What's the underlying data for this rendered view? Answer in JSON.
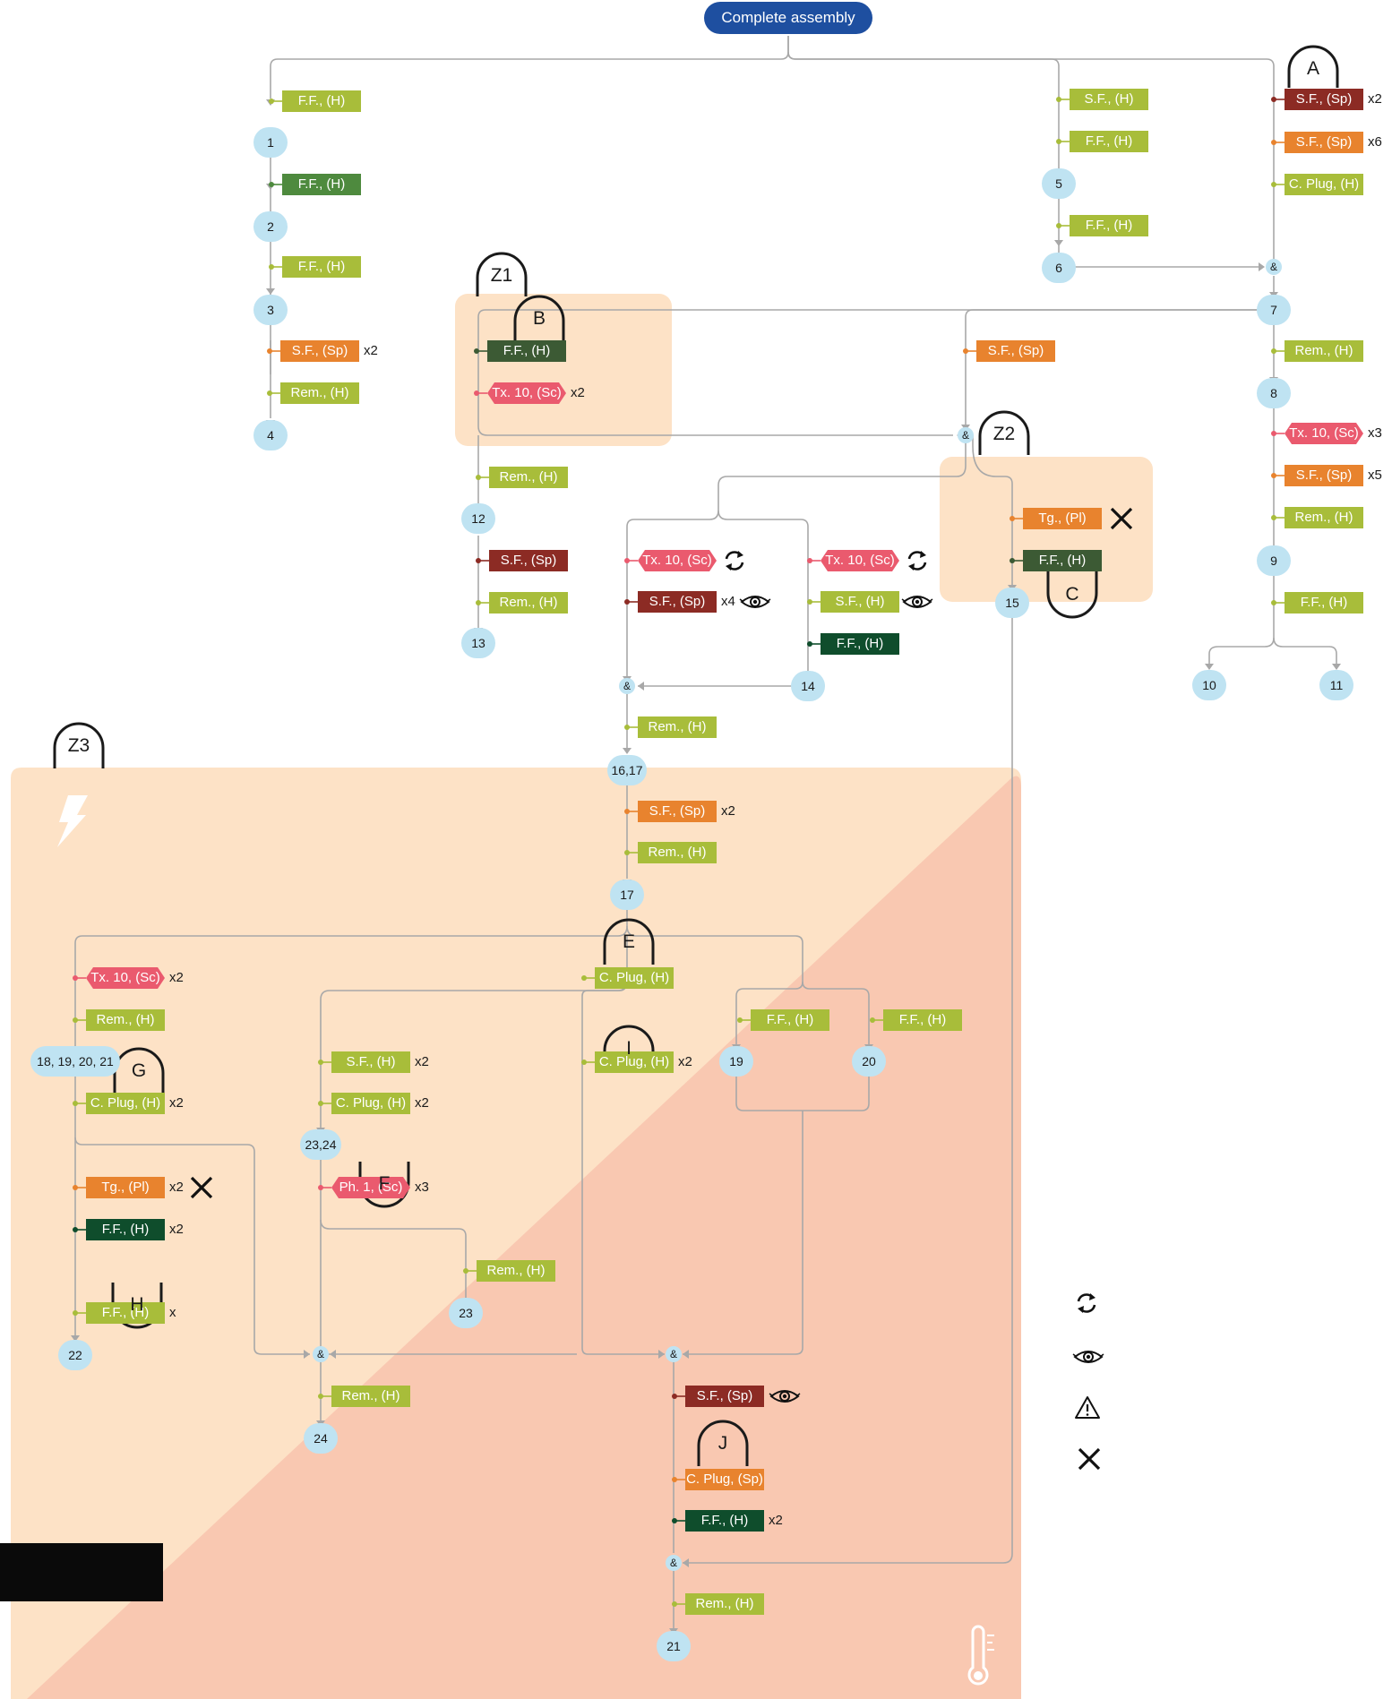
{
  "title": "Complete assembly",
  "colors": {
    "yellow": "#a8bd3a",
    "dgreen": "#4e8a3e",
    "vdark": "#0f4d2c",
    "slate": "#3c5a34",
    "orange": "#e8832e",
    "red": "#8c2b24",
    "pink": "#ea5a6e",
    "node": "#bfe3f2",
    "zone": "#fde2c6",
    "zone_alt": "#f9c8b1",
    "line": "#a8a8a8"
  },
  "nodes": [
    {
      "id": "n1",
      "label": "1"
    },
    {
      "id": "n2",
      "label": "2"
    },
    {
      "id": "n3",
      "label": "3"
    },
    {
      "id": "n4",
      "label": "4"
    },
    {
      "id": "n5",
      "label": "5"
    },
    {
      "id": "n6",
      "label": "6"
    },
    {
      "id": "n7",
      "label": "7"
    },
    {
      "id": "n8",
      "label": "8"
    },
    {
      "id": "n9",
      "label": "9"
    },
    {
      "id": "n10",
      "label": "10"
    },
    {
      "id": "n11",
      "label": "11"
    },
    {
      "id": "n12",
      "label": "12"
    },
    {
      "id": "n13",
      "label": "13"
    },
    {
      "id": "n14",
      "label": "14"
    },
    {
      "id": "n15",
      "label": "15"
    },
    {
      "id": "n1617",
      "label": "16,17"
    },
    {
      "id": "n17",
      "label": "17"
    },
    {
      "id": "n18",
      "label": "18, 19, 20, 21"
    },
    {
      "id": "n19",
      "label": "19"
    },
    {
      "id": "n20",
      "label": "20"
    },
    {
      "id": "n2324",
      "label": "23,24"
    },
    {
      "id": "n23",
      "label": "23"
    },
    {
      "id": "n22",
      "label": "22"
    },
    {
      "id": "n24",
      "label": "24"
    },
    {
      "id": "n21",
      "label": "21"
    }
  ],
  "tags": [
    {
      "label": "F.F., (H)",
      "color": "yellow"
    },
    {
      "label": "F.F., (H)",
      "color": "dgreen"
    },
    {
      "label": "F.F., (H)",
      "color": "yellow"
    },
    {
      "label": "S.F., (Sp)",
      "color": "orange",
      "mult": "x2"
    },
    {
      "label": "Rem., (H)",
      "color": "yellow"
    },
    {
      "label": "S.F., (H)",
      "color": "yellow"
    },
    {
      "label": "F.F., (H)",
      "color": "yellow"
    },
    {
      "label": "F.F., (H)",
      "color": "yellow"
    },
    {
      "label": "S.F., (Sp)",
      "color": "red",
      "mult": "x2"
    },
    {
      "label": "S.F., (Sp)",
      "color": "orange",
      "mult": "x6"
    },
    {
      "label": "C. Plug, (H)",
      "color": "yellow"
    },
    {
      "label": "Rem., (H)",
      "color": "yellow"
    },
    {
      "label": "Tx. 10, (Sc)",
      "color": "pink",
      "mult": "x3",
      "hex": true
    },
    {
      "label": "S.F., (Sp)",
      "color": "orange",
      "mult": "x5"
    },
    {
      "label": "Rem., (H)",
      "color": "yellow"
    },
    {
      "label": "F.F., (H)",
      "color": "yellow"
    },
    {
      "label": "F.F., (H)",
      "color": "slate"
    },
    {
      "label": "Tx. 10, (Sc)",
      "color": "pink",
      "mult": "x2",
      "hex": true
    },
    {
      "label": "Rem., (H)",
      "color": "yellow"
    },
    {
      "label": "S.F., (Sp)",
      "color": "red"
    },
    {
      "label": "Rem., (H)",
      "color": "yellow"
    },
    {
      "label": "S.F., (Sp)",
      "color": "orange"
    },
    {
      "label": "Tg., (Pl)",
      "color": "orange"
    },
    {
      "label": "F.F., (H)",
      "color": "slate"
    },
    {
      "label": "Tx. 10, (Sc)",
      "color": "pink",
      "hex": true
    },
    {
      "label": "S.F., (Sp)",
      "color": "red",
      "mult": "x4"
    },
    {
      "label": "Tx. 10, (Sc)",
      "color": "pink",
      "hex": true
    },
    {
      "label": "S.F., (H)",
      "color": "yellow"
    },
    {
      "label": "F.F., (H)",
      "color": "vdark"
    },
    {
      "label": "Rem., (H)",
      "color": "yellow"
    },
    {
      "label": "S.F., (Sp)",
      "color": "orange",
      "mult": "x2"
    },
    {
      "label": "Rem., (H)",
      "color": "yellow"
    },
    {
      "label": "Tx. 10, (Sc)",
      "color": "pink",
      "mult": "x2",
      "hex": true
    },
    {
      "label": "Rem., (H)",
      "color": "yellow"
    },
    {
      "label": "C. Plug, (H)",
      "color": "yellow",
      "mult": "x2"
    },
    {
      "label": "Tg., (Pl)",
      "color": "orange",
      "mult": "x2"
    },
    {
      "label": "F.F., (H)",
      "color": "vdark",
      "mult": "x2"
    },
    {
      "label": "F.F., (H)",
      "color": "yellow",
      "mult": "x"
    },
    {
      "label": "S.F., (H)",
      "color": "yellow",
      "mult": "x2"
    },
    {
      "label": "C. Plug, (H)",
      "color": "yellow",
      "mult": "x2"
    },
    {
      "label": "Ph. 1, (Sc)",
      "color": "pink",
      "mult": "x3",
      "hex": true
    },
    {
      "label": "Rem., (H)",
      "color": "yellow"
    },
    {
      "label": "C. Plug, (H)",
      "color": "yellow"
    },
    {
      "label": "C. Plug, (H)",
      "color": "yellow",
      "mult": "x2"
    },
    {
      "label": "F.F., (H)",
      "color": "yellow"
    },
    {
      "label": "F.F., (H)",
      "color": "yellow"
    },
    {
      "label": "Rem., (H)",
      "color": "yellow"
    },
    {
      "label": "S.F., (Sp)",
      "color": "red"
    },
    {
      "label": "C. Plug, (Sp)",
      "color": "orange"
    },
    {
      "label": "F.F., (H)",
      "color": "vdark",
      "mult": "x2"
    },
    {
      "label": "Rem., (H)",
      "color": "yellow"
    }
  ],
  "callouts": [
    {
      "id": "A",
      "label": "A"
    },
    {
      "id": "B",
      "label": "B"
    },
    {
      "id": "C",
      "label": "C"
    },
    {
      "id": "E",
      "label": "E"
    },
    {
      "id": "F",
      "label": "F"
    },
    {
      "id": "G",
      "label": "G"
    },
    {
      "id": "H",
      "label": "H"
    },
    {
      "id": "I",
      "label": "I"
    },
    {
      "id": "J",
      "label": "J"
    },
    {
      "id": "Z1",
      "label": "Z1"
    },
    {
      "id": "Z2",
      "label": "Z2"
    },
    {
      "id": "Z3",
      "label": "Z3"
    }
  ],
  "join_label": "&",
  "icons": {
    "refresh": "refresh-icon",
    "eye": "eye-icon",
    "warning": "warning-icon",
    "cross": "cross-icon",
    "lightning": "lightning-icon",
    "thermometer": "thermometer-icon"
  },
  "legend": [
    {
      "icon": "refresh-icon"
    },
    {
      "icon": "eye-icon"
    },
    {
      "icon": "warning-icon"
    },
    {
      "icon": "cross-icon"
    }
  ]
}
